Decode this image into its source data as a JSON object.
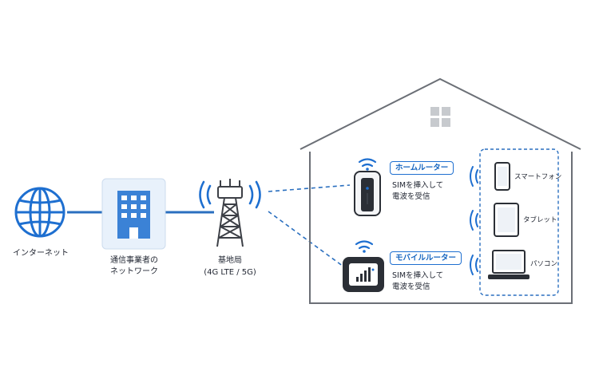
{
  "colors": {
    "accent": "#1e6fd0",
    "line": "#2a6fbf",
    "dark": "#2b2f36",
    "house": "#6b6f76",
    "building": "#3b82d6",
    "building_panel": "#e8f1fb"
  },
  "nodes": {
    "internet": {
      "label": "インターネット",
      "icon": "globe-icon"
    },
    "carrier": {
      "label_line1": "通信事業者の",
      "label_line2": "ネットワーク",
      "icon": "office-building-icon"
    },
    "base_station": {
      "label": "基地局",
      "sublabel": "(4G LTE / 5G)",
      "icon": "cell-tower-icon"
    }
  },
  "home_router": {
    "tag": "ホームルーター",
    "desc_line1": "SIMを挿入して",
    "desc_line2": "電波を受信",
    "icon": "home-router-icon"
  },
  "mobile_router": {
    "tag": "モバイルルーター",
    "desc_line1": "SIMを挿入して",
    "desc_line2": "電波を受信",
    "icon": "mobile-router-icon"
  },
  "devices": [
    {
      "label": "スマートフォン",
      "icon": "smartphone-icon"
    },
    {
      "label": "タブレット",
      "icon": "tablet-icon"
    },
    {
      "label": "パソコン",
      "icon": "laptop-icon"
    }
  ]
}
